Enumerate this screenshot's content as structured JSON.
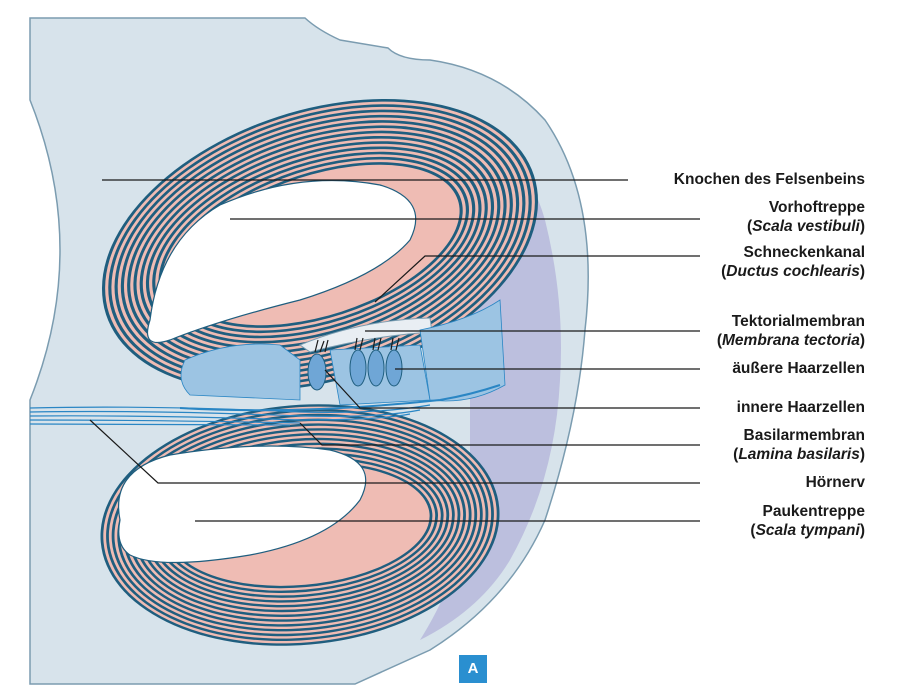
{
  "diagram": {
    "colors": {
      "bone": "#d7e3eb",
      "bone_outline": "#7b9cb0",
      "spiral_dark": "#1f5e7f",
      "spiral_light": "#efbcb4",
      "duct": "#b7b9dc",
      "cells": "#9cc4e3",
      "nerve": "#2a86c4",
      "line": "#1a1a1a",
      "badge": "#2a8fd0"
    },
    "labels": [
      {
        "id": "knochen",
        "text": "Knochen des Felsenbeins",
        "latin": ""
      },
      {
        "id": "vorhof",
        "text": "Vorhoftreppe",
        "latin": "Scala vestibuli"
      },
      {
        "id": "schnecke",
        "text": "Schneckenkanal",
        "latin": "Ductus cochlearis"
      },
      {
        "id": "tektorial",
        "text": "Tektorialmembran",
        "latin": "Membrana tectoria"
      },
      {
        "id": "aeussere",
        "text": "äußere Haarzellen",
        "latin": ""
      },
      {
        "id": "innere",
        "text": "innere Haarzellen",
        "latin": ""
      },
      {
        "id": "basilar",
        "text": "Basilarmembran",
        "latin": "Lamina basilaris"
      },
      {
        "id": "hoernerv",
        "text": "Hörnerv",
        "latin": ""
      },
      {
        "id": "pauken",
        "text": "Paukentreppe",
        "latin": "Scala tympani"
      }
    ],
    "panel_badge": "A"
  }
}
